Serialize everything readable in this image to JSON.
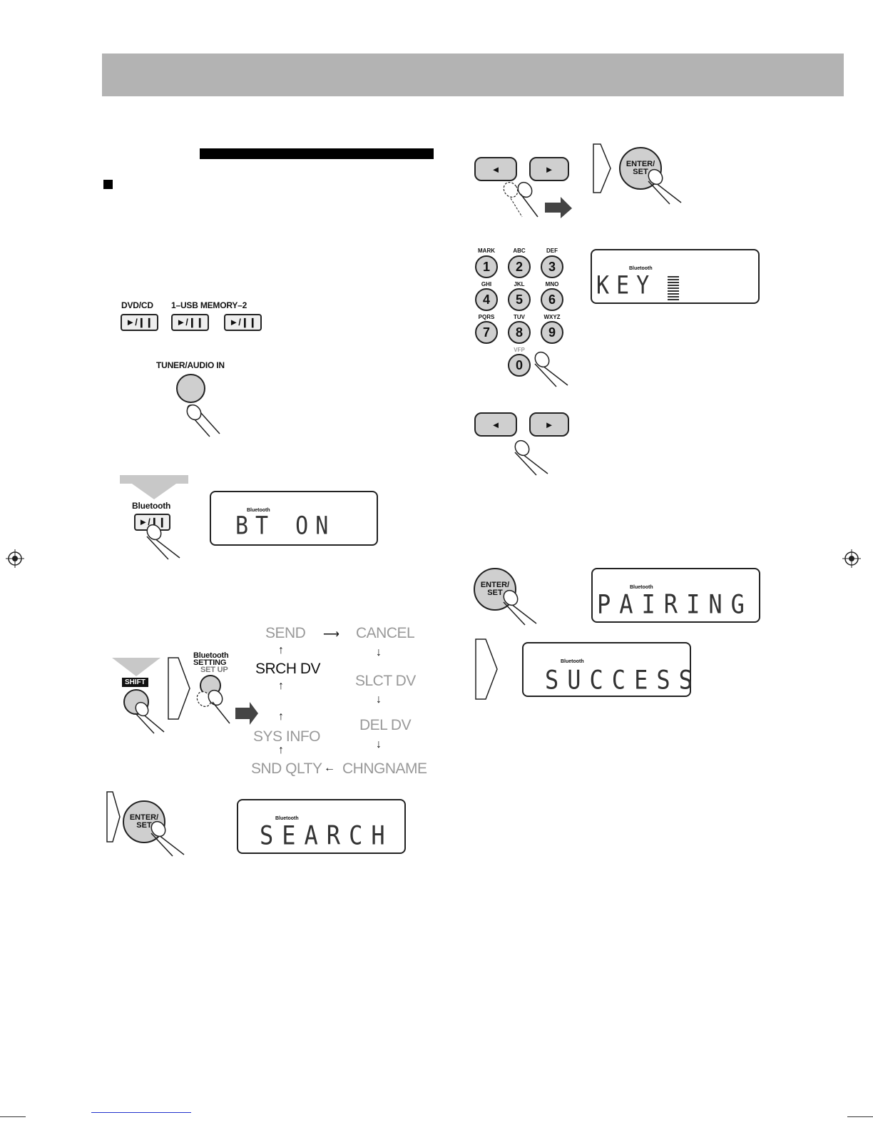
{
  "labels": {
    "dvd_cd": "DVD/CD",
    "usb_memory": "1–USB MEMORY–2",
    "play_pause": "►/❙❙",
    "tuner_audio_in": "TUNER/AUDIO IN",
    "bluetooth": "Bluetooth",
    "shift": "SHIFT",
    "bt_setting_line1": "Bluetooth",
    "bt_setting_line2": "SETTING",
    "bt_setting_line3": "SET UP",
    "enter_set_line1": "ENTER/",
    "enter_set_line2": "SET"
  },
  "menu": {
    "send": "SEND",
    "cancel": "CANCEL",
    "srch_dv": "SRCH DV",
    "slct_dv": "SLCT DV",
    "sys_info": "SYS INFO",
    "del_dv": "DEL DV",
    "snd_qlty": "SND QLTY",
    "chngname": "CHNGNAME"
  },
  "displays": {
    "bt_on": "BT ON",
    "search": "SEARCH",
    "key": "KEY",
    "pairing": "PAIRING",
    "success": "SUCCESS",
    "bluetooth_indicator": "Bluetooth"
  },
  "keypad": [
    {
      "key": "1",
      "caption": "MARK"
    },
    {
      "key": "2",
      "caption": "ABC"
    },
    {
      "key": "3",
      "caption": "DEF"
    },
    {
      "key": "4",
      "caption": "GHI"
    },
    {
      "key": "5",
      "caption": "JKL"
    },
    {
      "key": "6",
      "caption": "MNO"
    },
    {
      "key": "7",
      "caption": "PQRS"
    },
    {
      "key": "8",
      "caption": "TUV"
    },
    {
      "key": "9",
      "caption": "WXYZ"
    },
    {
      "key": "0",
      "caption": "VFP"
    }
  ]
}
